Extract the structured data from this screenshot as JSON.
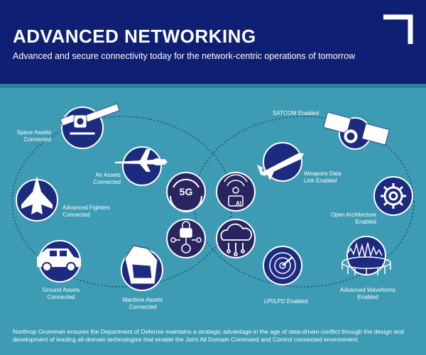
{
  "header": {
    "title": "ADVANCED NETWORKING",
    "subtitle": "Advanced and secure connectivity today for the network-centric operations of tomorrow"
  },
  "nodes": {
    "space": {
      "label": "Space Assets\nConnected",
      "icon": "satellite-icon"
    },
    "air": {
      "label": "Air Assets\nConnected",
      "icon": "aircraft-icon"
    },
    "fighters": {
      "label": "Advanced Fighters\nConnected",
      "icon": "fighter-jet-icon"
    },
    "ground": {
      "label": "Ground Assets\nConnected",
      "icon": "humvee-icon"
    },
    "maritime": {
      "label": "Maritime Assets\nConnected",
      "icon": "ship-icon"
    },
    "satcom": {
      "label": "SATCOM Enabled",
      "icon": "satcom-satellite-icon"
    },
    "weapons": {
      "label": "Weapons Data\nLink Enabled",
      "icon": "missile-icon"
    },
    "open_arch": {
      "label": "Open Architecture\nEnabled",
      "icon": "gear-icon"
    },
    "waveforms": {
      "label": "Advanced Waveforms\nEnabled",
      "icon": "waveform-icon"
    },
    "lpi": {
      "label": "LPI/LPD Enabled",
      "icon": "radar-icon"
    }
  },
  "center": {
    "five_g": {
      "text": "5G",
      "icon": "5g-icon"
    },
    "ai": {
      "text": "AI",
      "icon": "ai-chip-icon"
    },
    "security": {
      "icon": "lock-network-icon"
    },
    "cloud": {
      "icon": "cloud-icon"
    }
  },
  "footer": {
    "text": "Northrop Grumman ensures the Department of Defense maintains a strategic advantage in the age of data-driven conflict through the design and development of leading all-domain technologies that enable the Joint All Domain Command and Control connected environment."
  },
  "colors": {
    "header_bg": "#0f1f73",
    "body_bg": "#3d9bb3",
    "node_fill": "#1c2a80",
    "center_fill": "#2a2560",
    "line": "#ffffff"
  }
}
